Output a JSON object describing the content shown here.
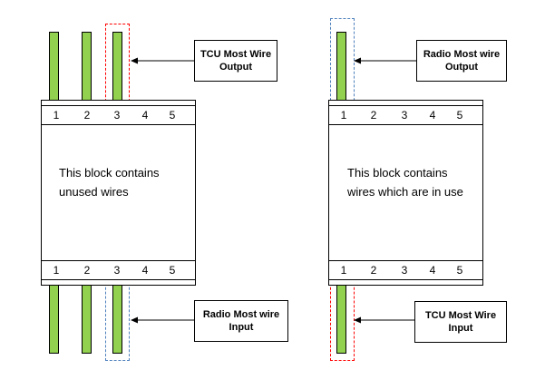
{
  "colors": {
    "wire_fill": "#92d050",
    "dash_red": "#ff0000",
    "dash_blue": "#4f81bd"
  },
  "left_block": {
    "top_pins": [
      "1",
      "2",
      "3",
      "4",
      "5"
    ],
    "bottom_pins": [
      "1",
      "2",
      "3",
      "4",
      "5"
    ],
    "text_line1": "This block contains",
    "text_line2": "unused wires"
  },
  "right_block": {
    "top_pins": [
      "1",
      "2",
      "3",
      "4",
      "5"
    ],
    "bottom_pins": [
      "1",
      "2",
      "3",
      "4",
      "5"
    ],
    "text_line1": "This block contains",
    "text_line2": "wires which are in use"
  },
  "callouts": {
    "tcu_output": {
      "line1": "TCU Most Wire",
      "line2": "Output"
    },
    "radio_input": {
      "line1": "Radio Most wire",
      "line2": "Input"
    },
    "radio_output": {
      "line1": "Radio Most wire",
      "line2": "Output"
    },
    "tcu_input": {
      "line1": "TCU Most Wire",
      "line2": "Input"
    }
  }
}
